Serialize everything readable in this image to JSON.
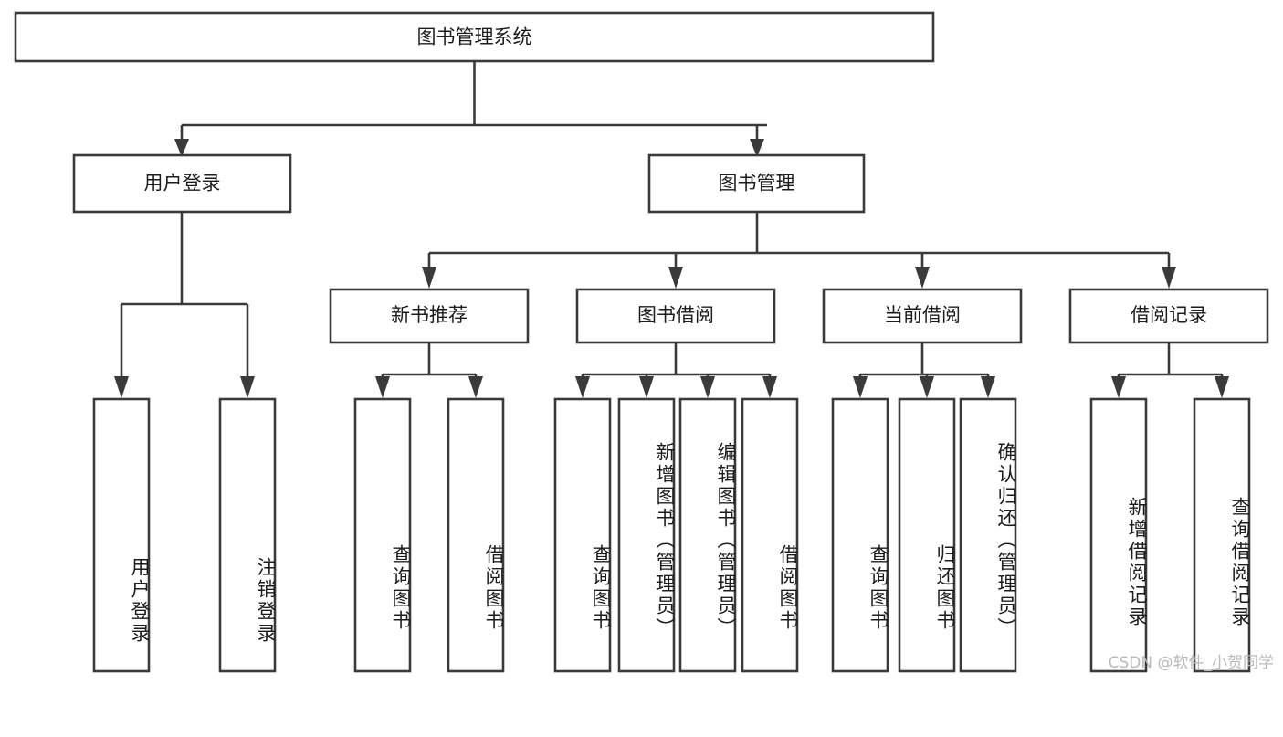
{
  "diagram": {
    "type": "tree-hierarchy-chart",
    "title": "图书管理系统",
    "orientation": "top-down",
    "colors": {
      "box_fill": "#ffffff",
      "box_stroke": "#3a3a3a",
      "text": "#1d1d1d",
      "watermark": "#b9b9b9",
      "background": "#ffffff"
    },
    "root": {
      "label": "图书管理系统"
    },
    "level2": [
      {
        "label": "用户登录"
      },
      {
        "label": "图书管理"
      }
    ],
    "level3": [
      {
        "label": "新书推荐"
      },
      {
        "label": "图书借阅"
      },
      {
        "label": "当前借阅"
      },
      {
        "label": "借阅记录"
      }
    ],
    "leaves": {
      "user_login": [
        {
          "label": "用户登录"
        },
        {
          "label": "注销登录"
        }
      ],
      "new_book_recommend": [
        {
          "label": "查询图书"
        },
        {
          "label": "借阅图书"
        }
      ],
      "book_borrow": [
        {
          "label": "查询图书"
        },
        {
          "label": "新增图书（管理员）"
        },
        {
          "label": "编辑图书（管理员）"
        },
        {
          "label": "借阅图书"
        }
      ],
      "current_borrow": [
        {
          "label": "查询图书"
        },
        {
          "label": "归还图书"
        },
        {
          "label": "确认归还（管理员）"
        }
      ],
      "borrow_record": [
        {
          "label": "新增借阅记录"
        },
        {
          "label": "查询借阅记录"
        }
      ]
    }
  },
  "watermark": {
    "text": "CSDN @软件_小贺同学"
  }
}
